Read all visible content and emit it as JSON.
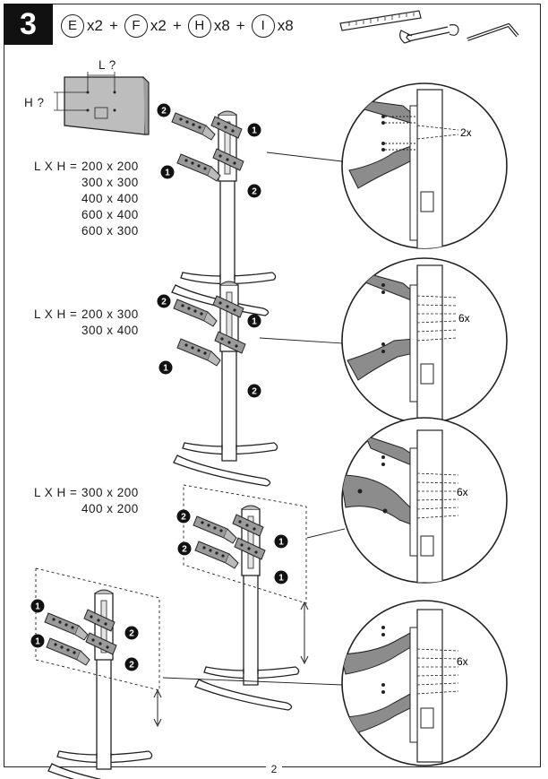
{
  "step": {
    "number": "3"
  },
  "parts": [
    {
      "letter": "E",
      "qty": "x2"
    },
    {
      "letter": "F",
      "qty": "x2"
    },
    {
      "letter": "H",
      "qty": "x8"
    },
    {
      "letter": "I",
      "qty": "x8"
    }
  ],
  "tools": [
    "ruler-icon",
    "wrench-icon",
    "hex-key-icon"
  ],
  "tv_labels": {
    "width": "L ?",
    "height": "H ?"
  },
  "sections": [
    {
      "formula": "L X H =",
      "sizes": [
        "200 x 200",
        "300 x 300",
        "400 x 400",
        "600 x 400",
        "600 x 300"
      ],
      "detail_count": "2x"
    },
    {
      "formula": "L X H =",
      "sizes": [
        "200 x 300",
        "300 x 400"
      ],
      "detail_count": "6x"
    },
    {
      "formula": "L X H =",
      "sizes": [
        "300 x 200",
        "400 x 200"
      ],
      "detail_count": "6x"
    },
    {
      "detail_count": "6x"
    }
  ],
  "callouts": {
    "one": "1",
    "two": "2"
  },
  "page": {
    "number": "2"
  },
  "colors": {
    "ink": "#1a1a1a",
    "bracket": "#8c8c8c",
    "tv_screen": "#bdbdbd"
  }
}
